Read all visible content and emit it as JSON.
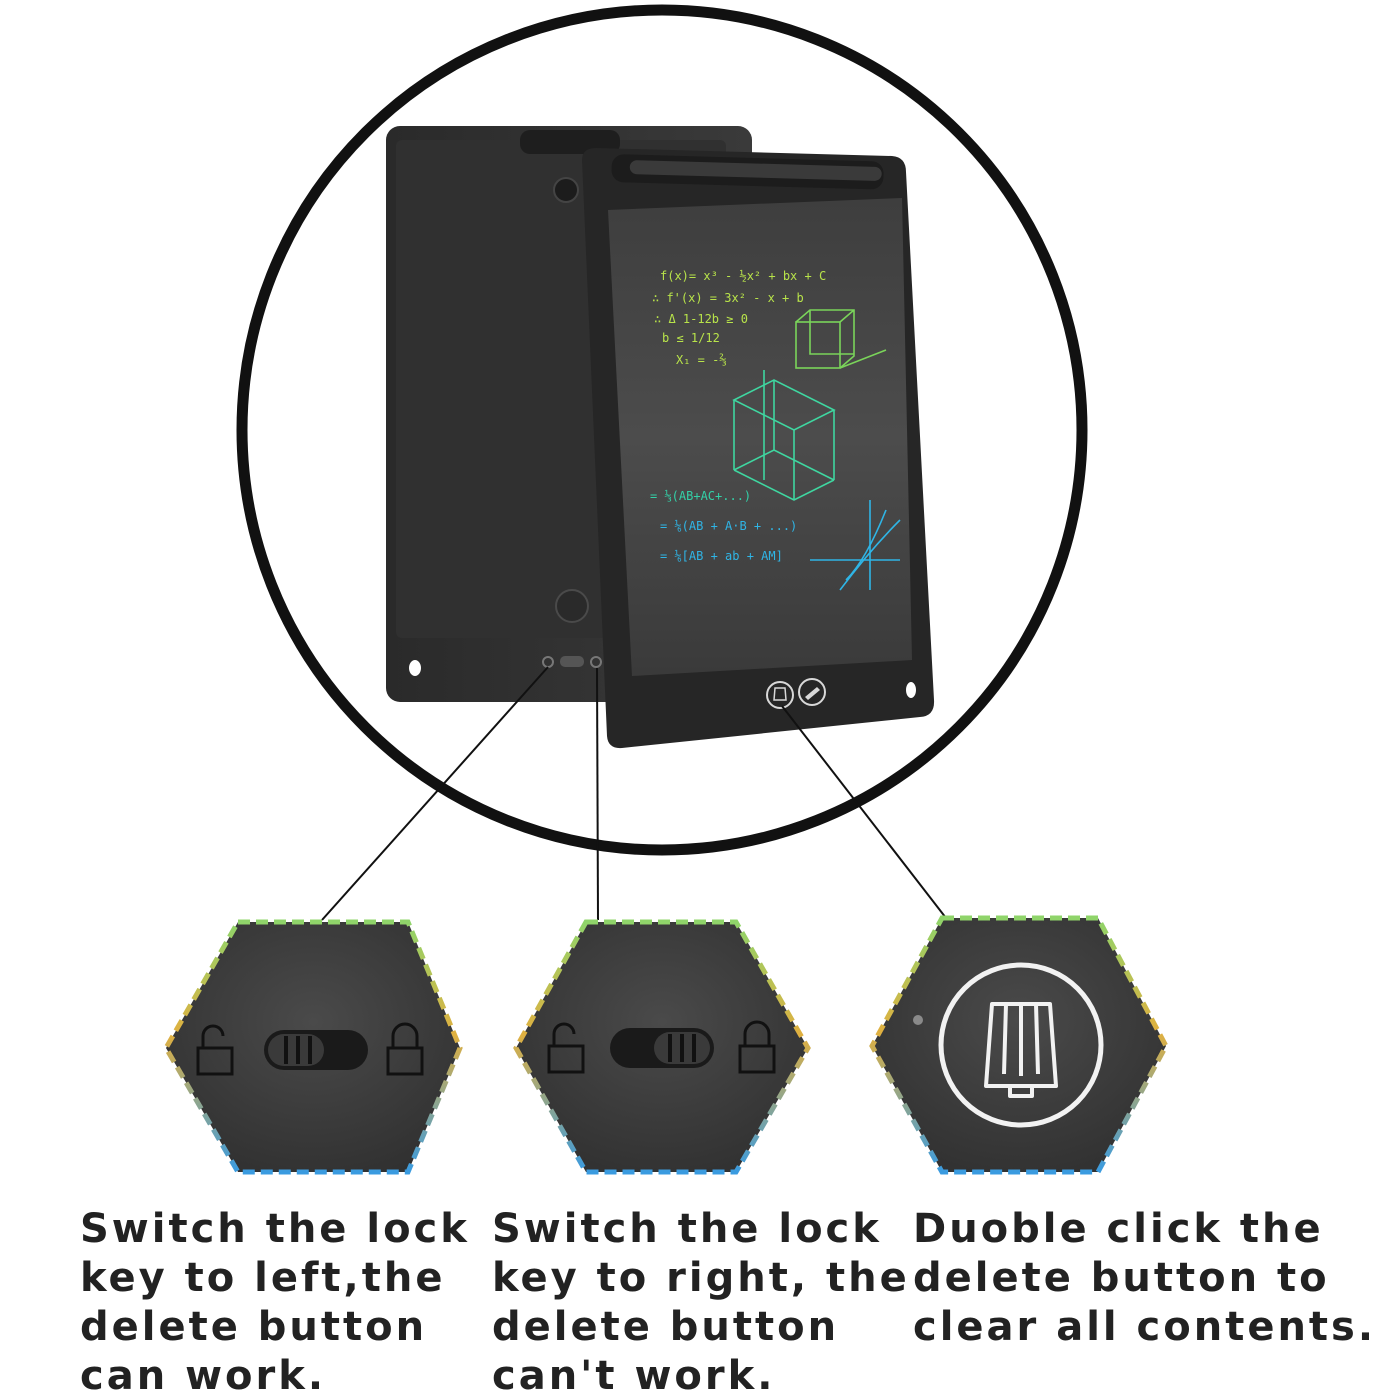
{
  "colors": {
    "screen_green": "#b8e34a",
    "screen_teal": "#33d1a8",
    "screen_blue": "#2fb5e6",
    "tablet_body": "#2b2b2b",
    "hex_fill": "#3a3a3a"
  },
  "tablet_screen": {
    "lines_green": [
      "f(x)= x³ - ½x² + bx + C",
      "∴ f'(x) = 3x² - x + b",
      "∴ Δ 1-12b ≥ 0",
      "b ≤ 1/12",
      "X₁ = -⅔"
    ],
    "lines_teal": [
      "= ⅓(AB+AC+...)"
    ],
    "lines_blue": [
      "= ⅙(AB + A·B + ...)",
      "= ⅙[AB + ab + AM]"
    ]
  },
  "panels": [
    {
      "callout_icon": "lock-switch-left-icon",
      "caption_lines": [
        "Switch the lock",
        "key to left,the",
        "delete button",
        "can work."
      ]
    },
    {
      "callout_icon": "lock-switch-right-icon",
      "caption_lines": [
        "Switch the lock",
        "key to right, the",
        "delete button",
        "can't work."
      ]
    },
    {
      "callout_icon": "delete-bin-button-icon",
      "caption_lines": [
        "Duoble click the",
        "delete button to",
        "clear all contents."
      ]
    }
  ]
}
